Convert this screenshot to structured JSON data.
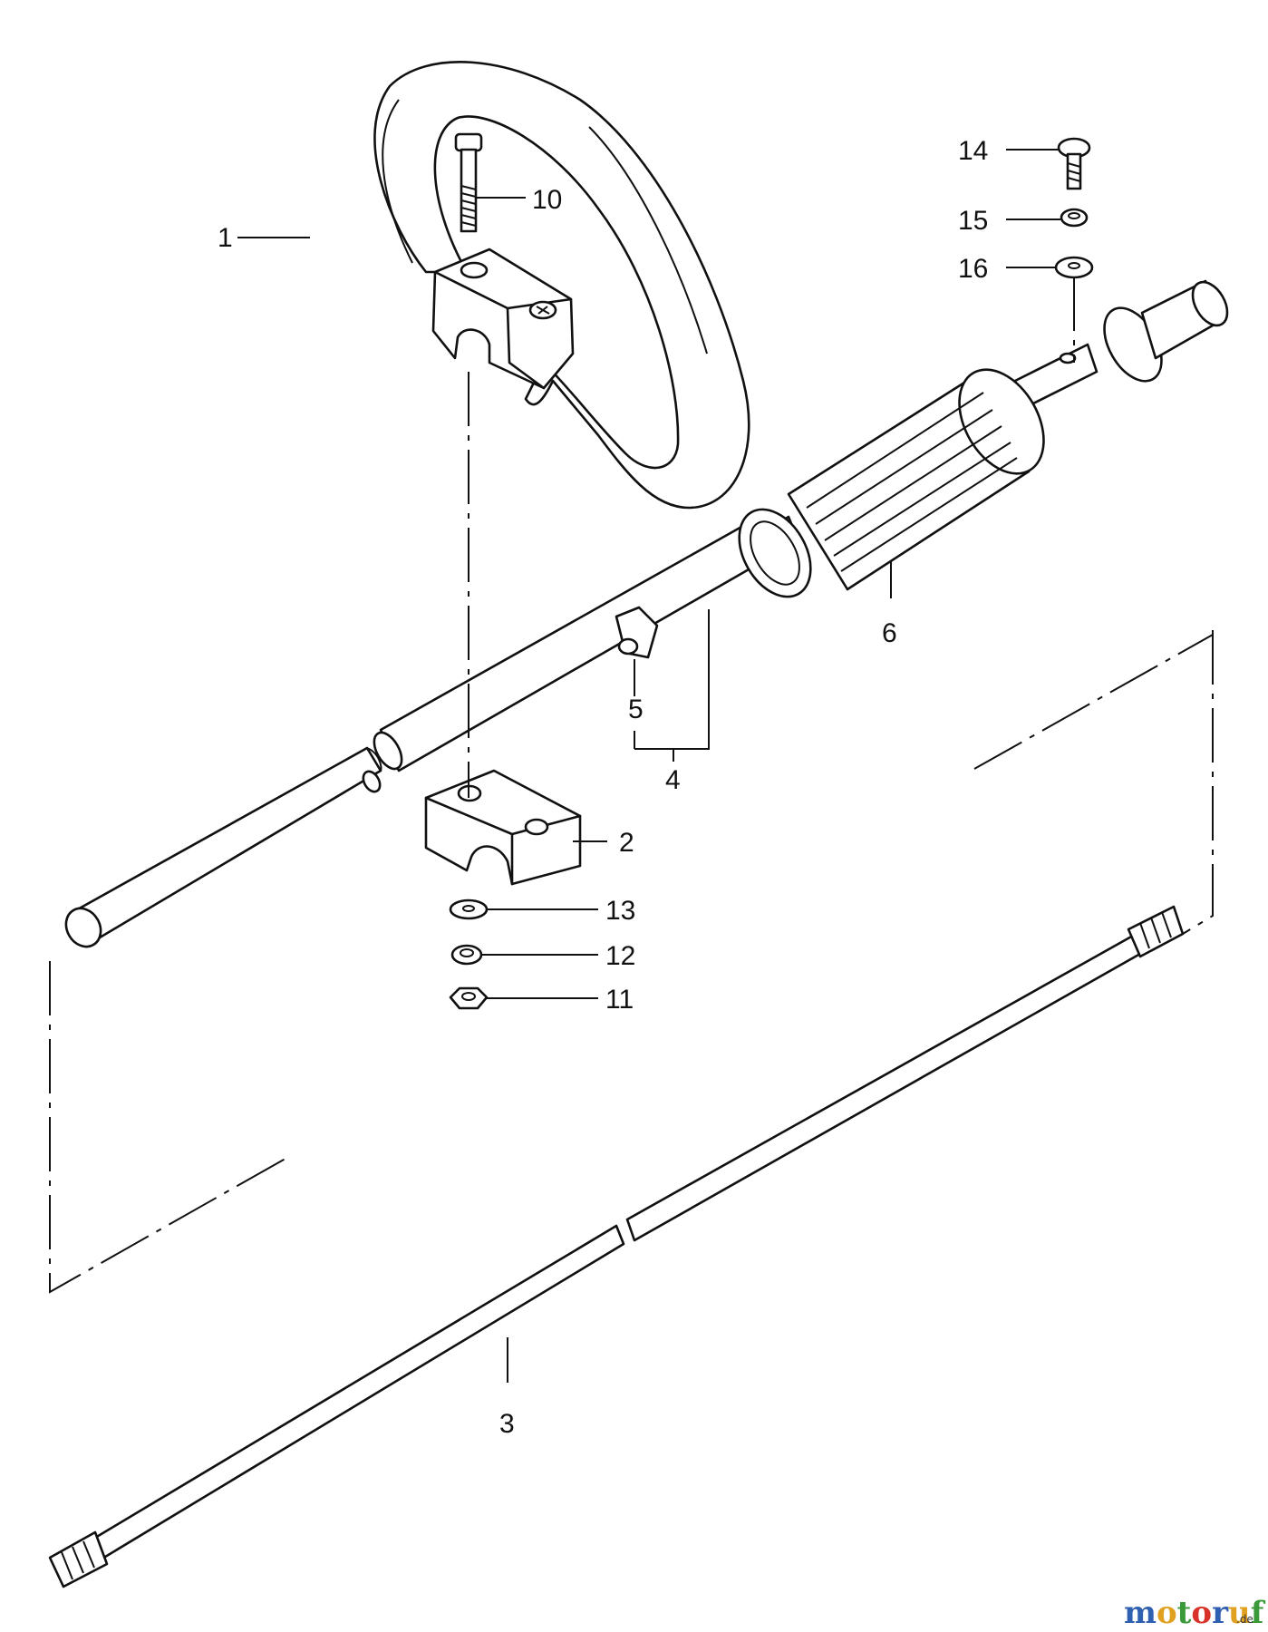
{
  "callouts": {
    "c1": "1",
    "c2": "2",
    "c3": "3",
    "c4": "4",
    "c5": "5",
    "c6": "6",
    "c10": "10",
    "c11": "11",
    "c12": "12",
    "c13": "13",
    "c14": "14",
    "c15": "15",
    "c16": "16"
  },
  "watermark": {
    "letters": [
      "m",
      "o",
      "t",
      "o",
      "r",
      "u",
      "f"
    ],
    "colors": [
      "#2f5fb0",
      "#e0a020",
      "#3a9a3a",
      "#d8322a",
      "#2f5fb0",
      "#e0a020",
      "#3a9a3a"
    ],
    "suffix": ".de"
  }
}
